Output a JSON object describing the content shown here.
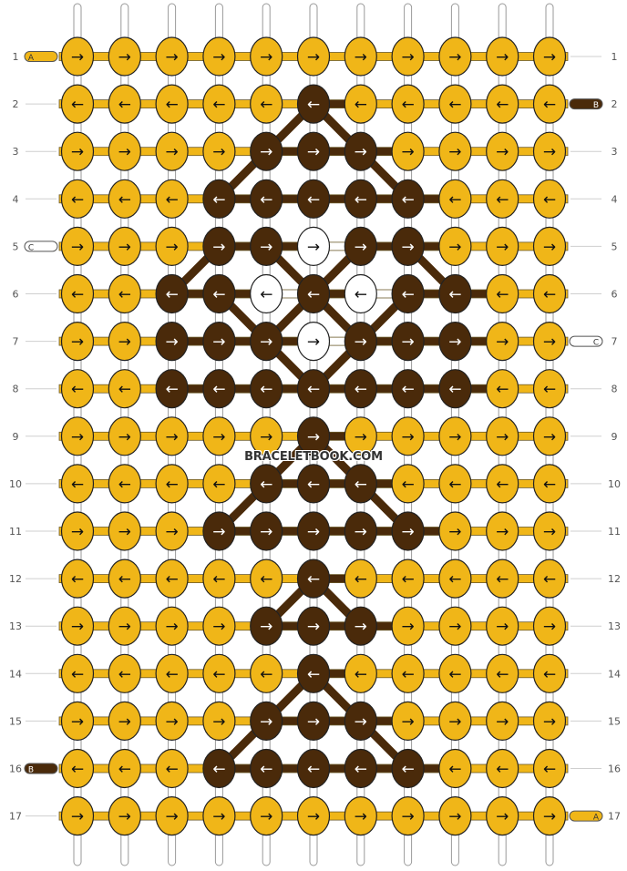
{
  "watermark": "BRACELETBOOK.COM",
  "colors": {
    "A": "#f0b618",
    "B": "#4a2a0a",
    "C": "#ffffff"
  },
  "row_numbers": [
    "1",
    "2",
    "3",
    "4",
    "5",
    "6",
    "7",
    "8",
    "9",
    "10",
    "11",
    "12",
    "13",
    "14",
    "15",
    "16",
    "17"
  ],
  "strand_tabs": [
    {
      "letter": "A",
      "color": "A",
      "row": 1,
      "side": "left"
    },
    {
      "letter": "B",
      "color": "B",
      "row": 2,
      "side": "right"
    },
    {
      "letter": "C",
      "color": "C",
      "row": 5,
      "side": "left"
    },
    {
      "letter": "C",
      "color": "C",
      "row": 7,
      "side": "right"
    },
    {
      "letter": "B",
      "color": "B",
      "row": 16,
      "side": "left"
    },
    {
      "letter": "A",
      "color": "A",
      "row": 17,
      "side": "right"
    }
  ],
  "knots": [
    "AAAAAAAAAAA",
    "AAAAABAAAAA",
    "AAAABBBAAAA",
    "AAABBBBBAAA",
    "AAABBCBBAAA",
    "AABBCBCBBAA",
    "AABBBCBBBAA",
    "AABBBBBBBAA",
    "AAAAABAAAAA",
    "AAAABBBAAAA",
    "AAABBBBBAAA",
    "AAAAABAAAAA",
    "AAAABBBAAAA",
    "AAAAABAAAAA",
    "AAAABBBAAAA",
    "AAABBBBBAAA",
    "AAAAAAAAAAA"
  ],
  "arrow_glyphs": {
    "right": "→",
    "left": "←"
  }
}
